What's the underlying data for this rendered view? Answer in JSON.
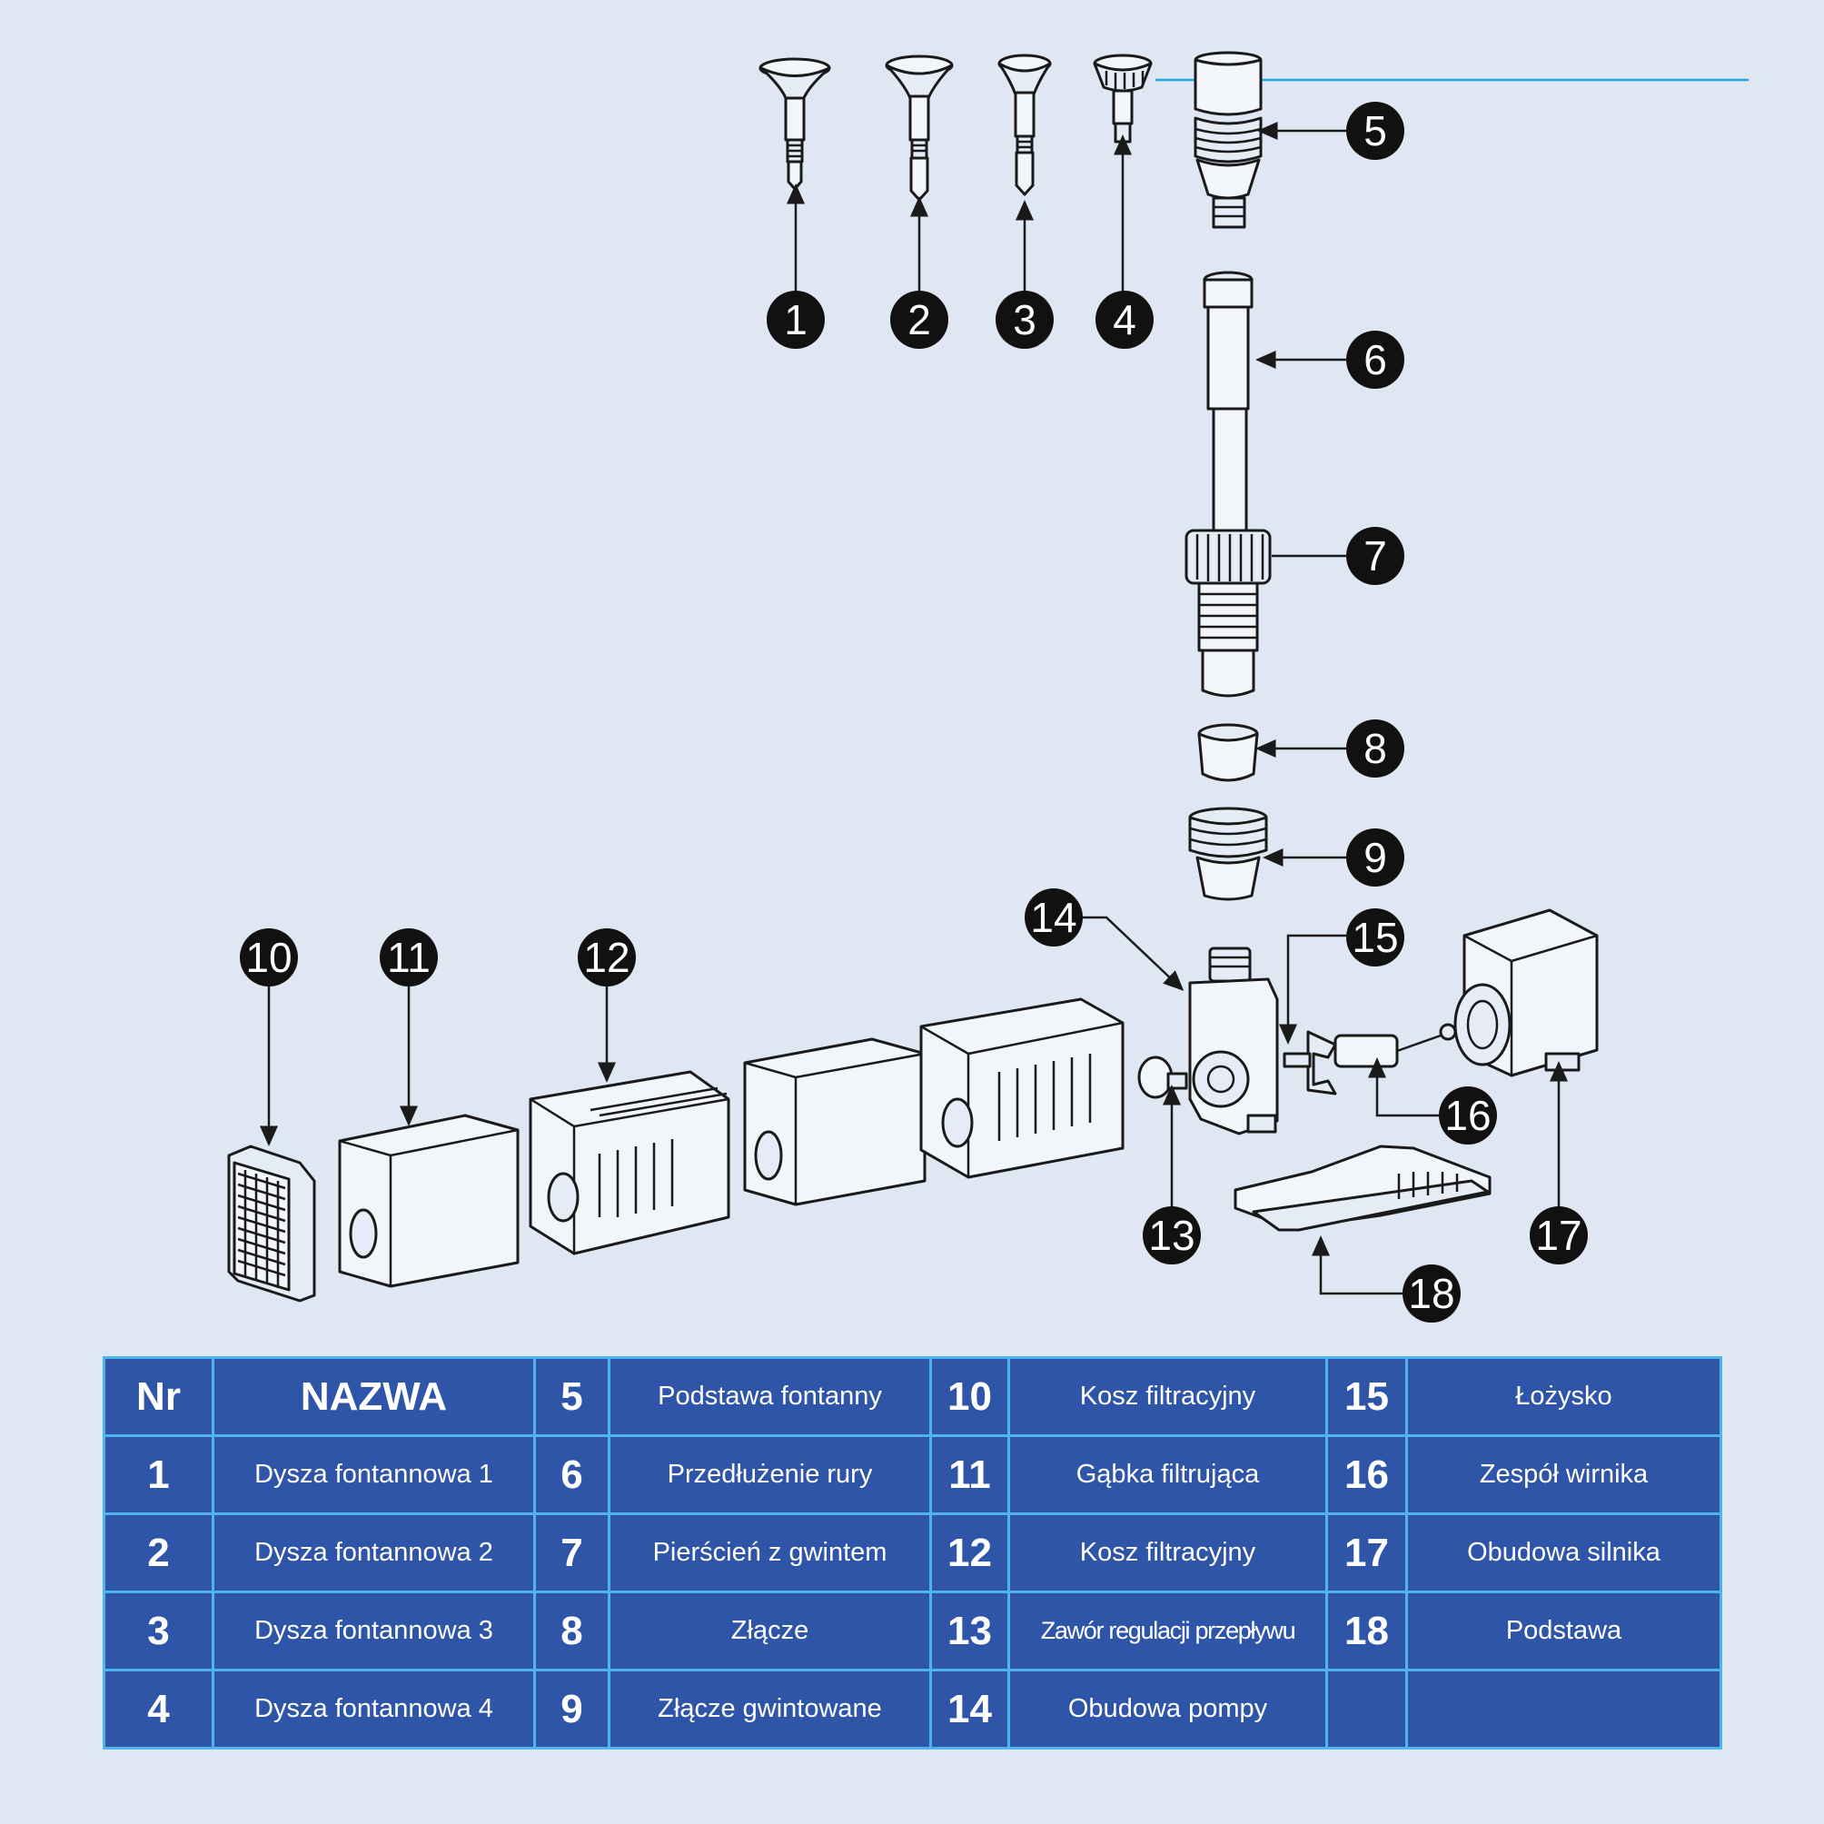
{
  "diagram": {
    "callouts": [
      "1",
      "2",
      "3",
      "4",
      "5",
      "6",
      "7",
      "8",
      "9",
      "10",
      "11",
      "12",
      "13",
      "14",
      "15",
      "16",
      "17",
      "18"
    ]
  },
  "legend": {
    "headers": {
      "nr": "Nr",
      "name": "NAZWA"
    },
    "rows": [
      [
        {
          "nr": "1",
          "name": "Dysza fontannowa 1"
        },
        {
          "nr": "5",
          "name": "Podstawa fontanny"
        },
        {
          "nr": "10",
          "name": "Kosz filtracyjny"
        },
        {
          "nr": "15",
          "name": "Łożysko"
        }
      ],
      [
        {
          "nr": "2",
          "name": "Dysza fontannowa 2"
        },
        {
          "nr": "6",
          "name": "Przedłużenie rury"
        },
        {
          "nr": "11",
          "name": "Gąbka filtrująca"
        },
        {
          "nr": "16",
          "name": "Zespół wirnika"
        }
      ],
      [
        {
          "nr": "3",
          "name": "Dysza fontannowa 3"
        },
        {
          "nr": "7",
          "name": "Pierścień z gwintem"
        },
        {
          "nr": "12",
          "name": "Kosz filtracyjny"
        },
        {
          "nr": "17",
          "name": "Obudowa silnika"
        }
      ],
      [
        {
          "nr": "4",
          "name": "Dysza fontannowa 4"
        },
        {
          "nr": "8",
          "name": "Złącze"
        },
        {
          "nr": "13",
          "name": "Zawór regulacji przepływu"
        },
        {
          "nr": "18",
          "name": "Podstawa"
        }
      ],
      [
        {
          "nr": "",
          "name": ""
        },
        {
          "nr": "9",
          "name": "Złącze gwintowane"
        },
        {
          "nr": "14",
          "name": "Obudowa pompy"
        },
        {
          "nr": "",
          "name": ""
        }
      ]
    ]
  },
  "colors": {
    "background": "#dfe7f3",
    "table_fill": "#2e55a8",
    "table_border": "#4fb3ee",
    "callout_fill": "#111111",
    "accent_line": "#2aa6df"
  }
}
